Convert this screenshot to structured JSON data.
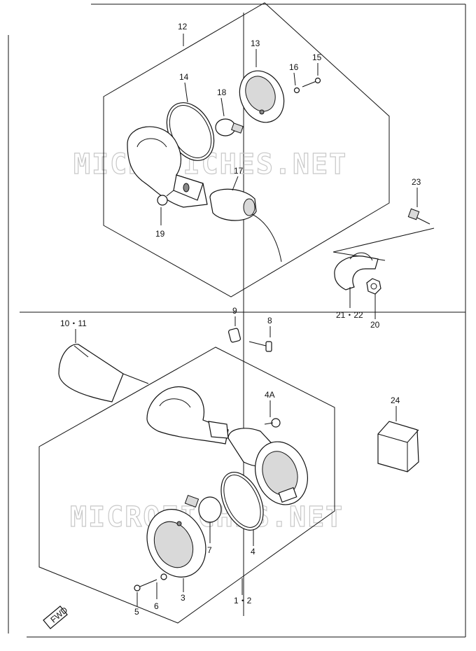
{
  "watermark": "MICROFICHES.NET",
  "callouts": {
    "p12": "12",
    "p13": "13",
    "p14": "14",
    "p15": "15",
    "p16": "16",
    "p17": "17",
    "p18": "18",
    "p19": "19",
    "p23": "23",
    "p2122": "21・22",
    "p20": "20",
    "p9": "9",
    "p8": "8",
    "p1011": "10・11",
    "p4A": "4A",
    "p24": "24",
    "p7": "7",
    "p4": "4",
    "p3": "3",
    "p6": "6",
    "p5": "5",
    "p12b": "1・2"
  },
  "fwd_label": "FWD"
}
